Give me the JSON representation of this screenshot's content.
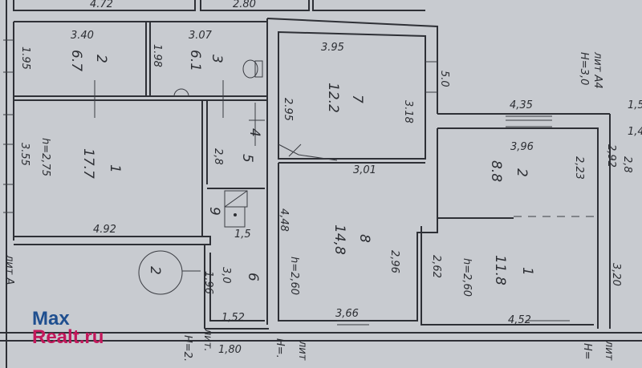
{
  "plan": {
    "top": {
      "w1": "4.72",
      "w2": "2.80"
    },
    "rooms": {
      "r2": {
        "num": "2",
        "area": "6.7",
        "w": "3.40",
        "h": "1.95"
      },
      "r3": {
        "num": "3",
        "area": "6.1",
        "w": "3.07",
        "h": "1.98"
      },
      "r7": {
        "num": "7",
        "area": "12.2",
        "w": "3.95",
        "h": "3.18",
        "side": "2.95"
      },
      "r1": {
        "num": "1",
        "area": "17.7",
        "height": "h=2,75",
        "h": "3.55",
        "w": "4.92"
      },
      "r4": {
        "num": "4"
      },
      "r5": {
        "num": "5",
        "area": "2,8"
      },
      "r9": {
        "num": "9",
        "w": "1,5"
      },
      "r6": {
        "num": "6",
        "area": "3,0",
        "h": "1,96",
        "w": "1,52"
      },
      "r8": {
        "num": "8",
        "area": "14,8",
        "top": "3,01",
        "h": "4,48",
        "height": "h=2,60",
        "side": "2,96",
        "w": "3,66"
      },
      "rb2": {
        "num": "2",
        "area": "8.8",
        "w": "3,96",
        "h": "2,23",
        "outer": "4,35",
        "side": "2,92"
      },
      "rb1": {
        "num": "1",
        "area": "11.8",
        "height": "h=2,60",
        "h": "2,62",
        "w": "4,52",
        "outer": "3,20"
      }
    },
    "misc": {
      "corr": "5.0",
      "section": "2",
      "bottom": "1,80",
      "lit_a4": "лит А4",
      "h30": "Н=3,0",
      "lit_a": "лит А",
      "lit1": "лит.",
      "h2": "Н=2.",
      "lit2": "лит",
      "h3": "Н=.",
      "lit3": "лит",
      "h4": "Н=",
      "right_small1": "1,5",
      "right_small2": "1,4",
      "right_small3": "2,8"
    }
  },
  "watermark": {
    "line1": "Max",
    "line2": "Realt.ru",
    "color1": "#1f4f8f",
    "color2": "#c2185b"
  }
}
